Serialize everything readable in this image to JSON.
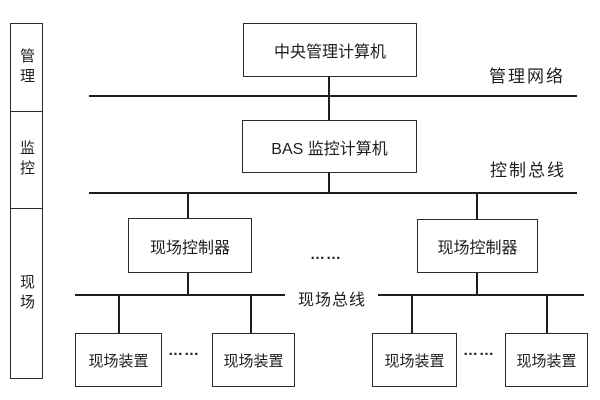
{
  "sidebar": {
    "levels": [
      {
        "label": "管理"
      },
      {
        "label": "监控"
      },
      {
        "label": "现场"
      }
    ]
  },
  "nodes": [
    {
      "id": "central-management-computer",
      "label": "中央管理计算机"
    },
    {
      "id": "bas-monitoring-computer",
      "label": "BAS 监控计算机"
    },
    {
      "id": "field-controller-left",
      "label": "现场控制器"
    },
    {
      "id": "field-controller-right",
      "label": "现场控制器"
    },
    {
      "id": "field-device-1",
      "label": "现场装置"
    },
    {
      "id": "field-device-2",
      "label": "现场装置"
    },
    {
      "id": "field-device-3",
      "label": "现场装置"
    },
    {
      "id": "field-device-4",
      "label": "现场装置"
    }
  ],
  "bus_labels": {
    "management": "管理网络",
    "control": "控制总线",
    "field": "现场总线"
  },
  "ellipsis": "……",
  "colors": {
    "line": "#1d1d1d",
    "text": "#1d1d1d",
    "background": "#ffffff"
  }
}
